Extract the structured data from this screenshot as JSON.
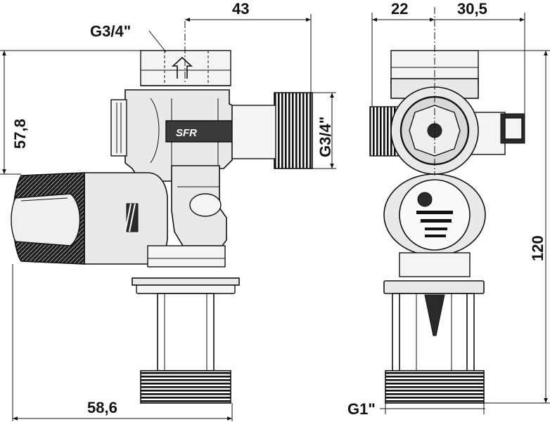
{
  "labels": {
    "thread_top": "G3/4\"",
    "thread_side": "G3/4\"",
    "thread_bottom": "G1\"",
    "brand": "SFR"
  },
  "dimensions": {
    "width_43": "43",
    "width_22": "22",
    "width_30_5": "30,5",
    "height_57_8": "57,8",
    "height_120": "120",
    "width_58_6": "58,6"
  }
}
